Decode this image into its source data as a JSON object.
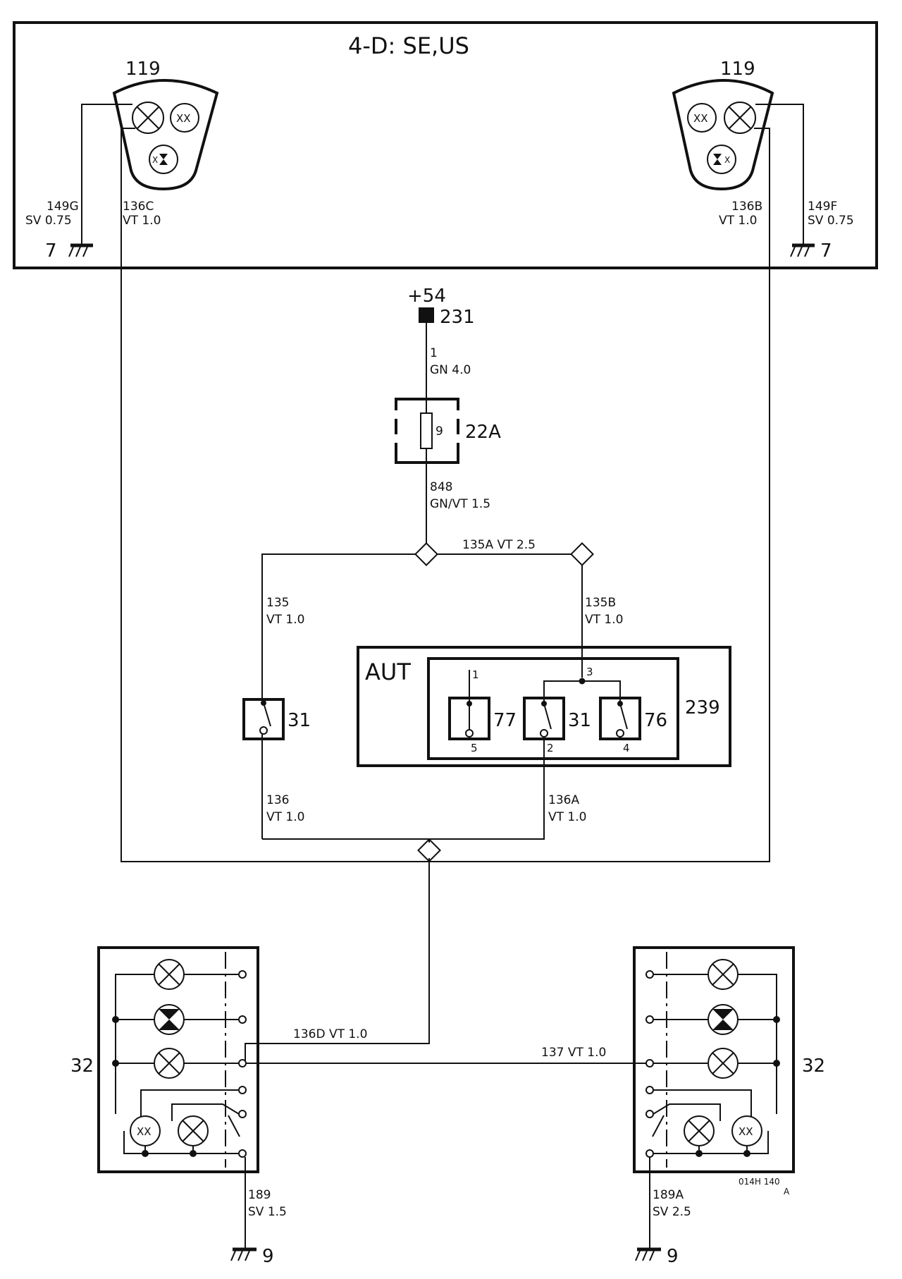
{
  "title": "4-D: SE,US",
  "rear_lamps": {
    "id": "119",
    "lamp_symbol": "XX",
    "ground": "7"
  },
  "power": {
    "terminal": "+54",
    "connector": "231",
    "fuse_box": "22A",
    "fuse_no": "9"
  },
  "wires": {
    "w1": {
      "id": "1",
      "spec": "GN 4.0"
    },
    "w848": {
      "id": "848",
      "spec": "GN/VT 1.5"
    },
    "w135a": {
      "label": "135A VT 2.5"
    },
    "w135": {
      "id": "135",
      "spec": "VT 1.0"
    },
    "w135b": {
      "id": "135B",
      "spec": "VT 1.0"
    },
    "w136": {
      "id": "136",
      "spec": "VT 1.0"
    },
    "w136a": {
      "id": "136A",
      "spec": "VT 1.0"
    },
    "w136b": {
      "id": "136B",
      "spec": "VT 1.0"
    },
    "w136c": {
      "id": "136C",
      "spec": "VT 1.0"
    },
    "w136d": {
      "label": "136D VT 1.0"
    },
    "w137": {
      "label": "137 VT 1.0"
    },
    "w149g": {
      "id": "149G",
      "spec": "SV 0.75"
    },
    "w149f": {
      "id": "149F",
      "spec": "SV 0.75"
    },
    "w189": {
      "id": "189",
      "spec": "SV 1.5"
    },
    "w189a": {
      "id": "189A",
      "spec": "SV 2.5"
    }
  },
  "manual_switch": {
    "id": "31"
  },
  "auto_box": {
    "label": "AUT",
    "module": "239",
    "switches": [
      {
        "id": "77",
        "pin_top": "1",
        "pin_bottom": "5"
      },
      {
        "id": "31",
        "pin_top": "3",
        "pin_bottom": "2"
      },
      {
        "id": "76",
        "pin_top": "",
        "pin_bottom": "4"
      }
    ]
  },
  "tail_light_clusters": {
    "id": "32",
    "ground": "9"
  },
  "drawing_ref": {
    "line1": "014H 140",
    "line2": "A"
  }
}
